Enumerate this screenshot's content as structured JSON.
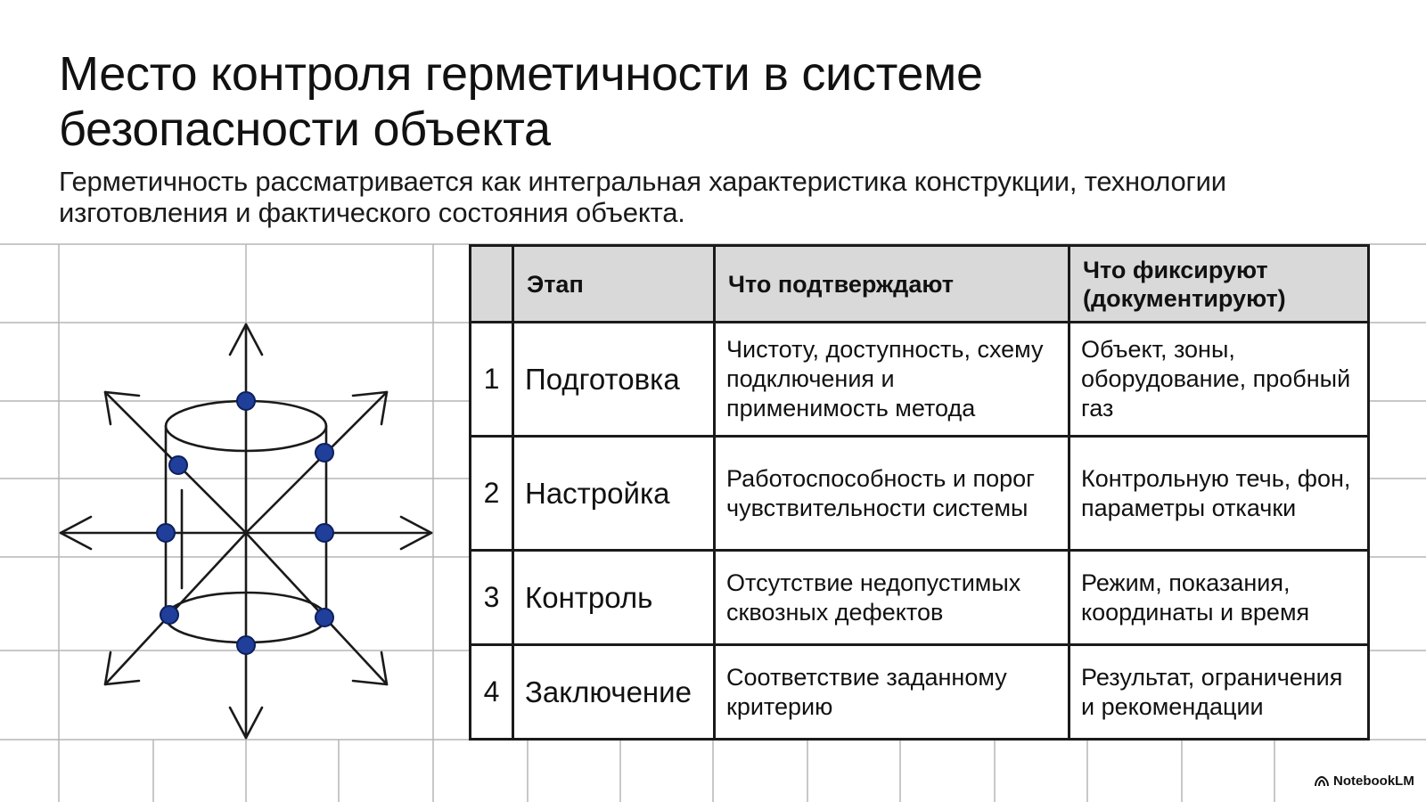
{
  "title_line1": "Место контроля герметичности в системе",
  "title_line2": "безопасности объекта",
  "subtitle_line1": "Герметичность рассматривается как интегральная характеристика конструкции, технологии",
  "subtitle_line2": "изготовления и фактического состояния объекта.",
  "table": {
    "headers": [
      "",
      "Этап",
      "Что подтверждают",
      "Что фиксируют (документируют)"
    ],
    "rows": [
      {
        "num": "1",
        "stage": "Подготовка",
        "confirm": "Чистоту, доступность, схему подключения и применимость метода",
        "record": "Объект, зоны, оборудование, пробный газ"
      },
      {
        "num": "2",
        "stage": "Настройка",
        "confirm": "Работоспособность и порог чувствительности системы",
        "record": "Контрольную течь, фон, параметры откачки"
      },
      {
        "num": "3",
        "stage": "Контроль",
        "confirm": "Отсутствие недопустимых сквозных дефектов",
        "record": "Режим, показания, координаты и время"
      },
      {
        "num": "4",
        "stage": "Заключение",
        "confirm": "Соответствие заданному критерию",
        "record": "Результат, ограничения и рекомендации"
      }
    ]
  },
  "brand": {
    "label": "NotebookLM",
    "icon": "notebooklm-logo-icon"
  },
  "colors": {
    "header_fill": "#d9d9d9",
    "node_blue": "#1f3f9a",
    "grid_line": "#b5b5b5"
  }
}
